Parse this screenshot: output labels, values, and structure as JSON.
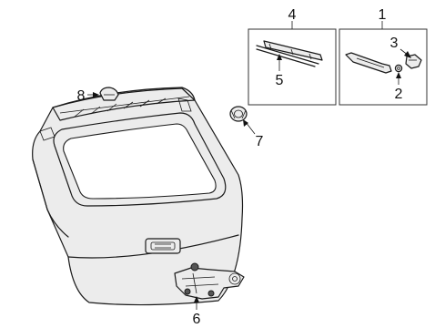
{
  "callouts": {
    "c1": "1",
    "c2": "2",
    "c3": "3",
    "c4": "4",
    "c5": "5",
    "c6": "6",
    "c7": "7",
    "c8": "8"
  },
  "colors": {
    "line": "#1a1a1a",
    "part_fill": "#ececec",
    "background": "#ffffff"
  }
}
